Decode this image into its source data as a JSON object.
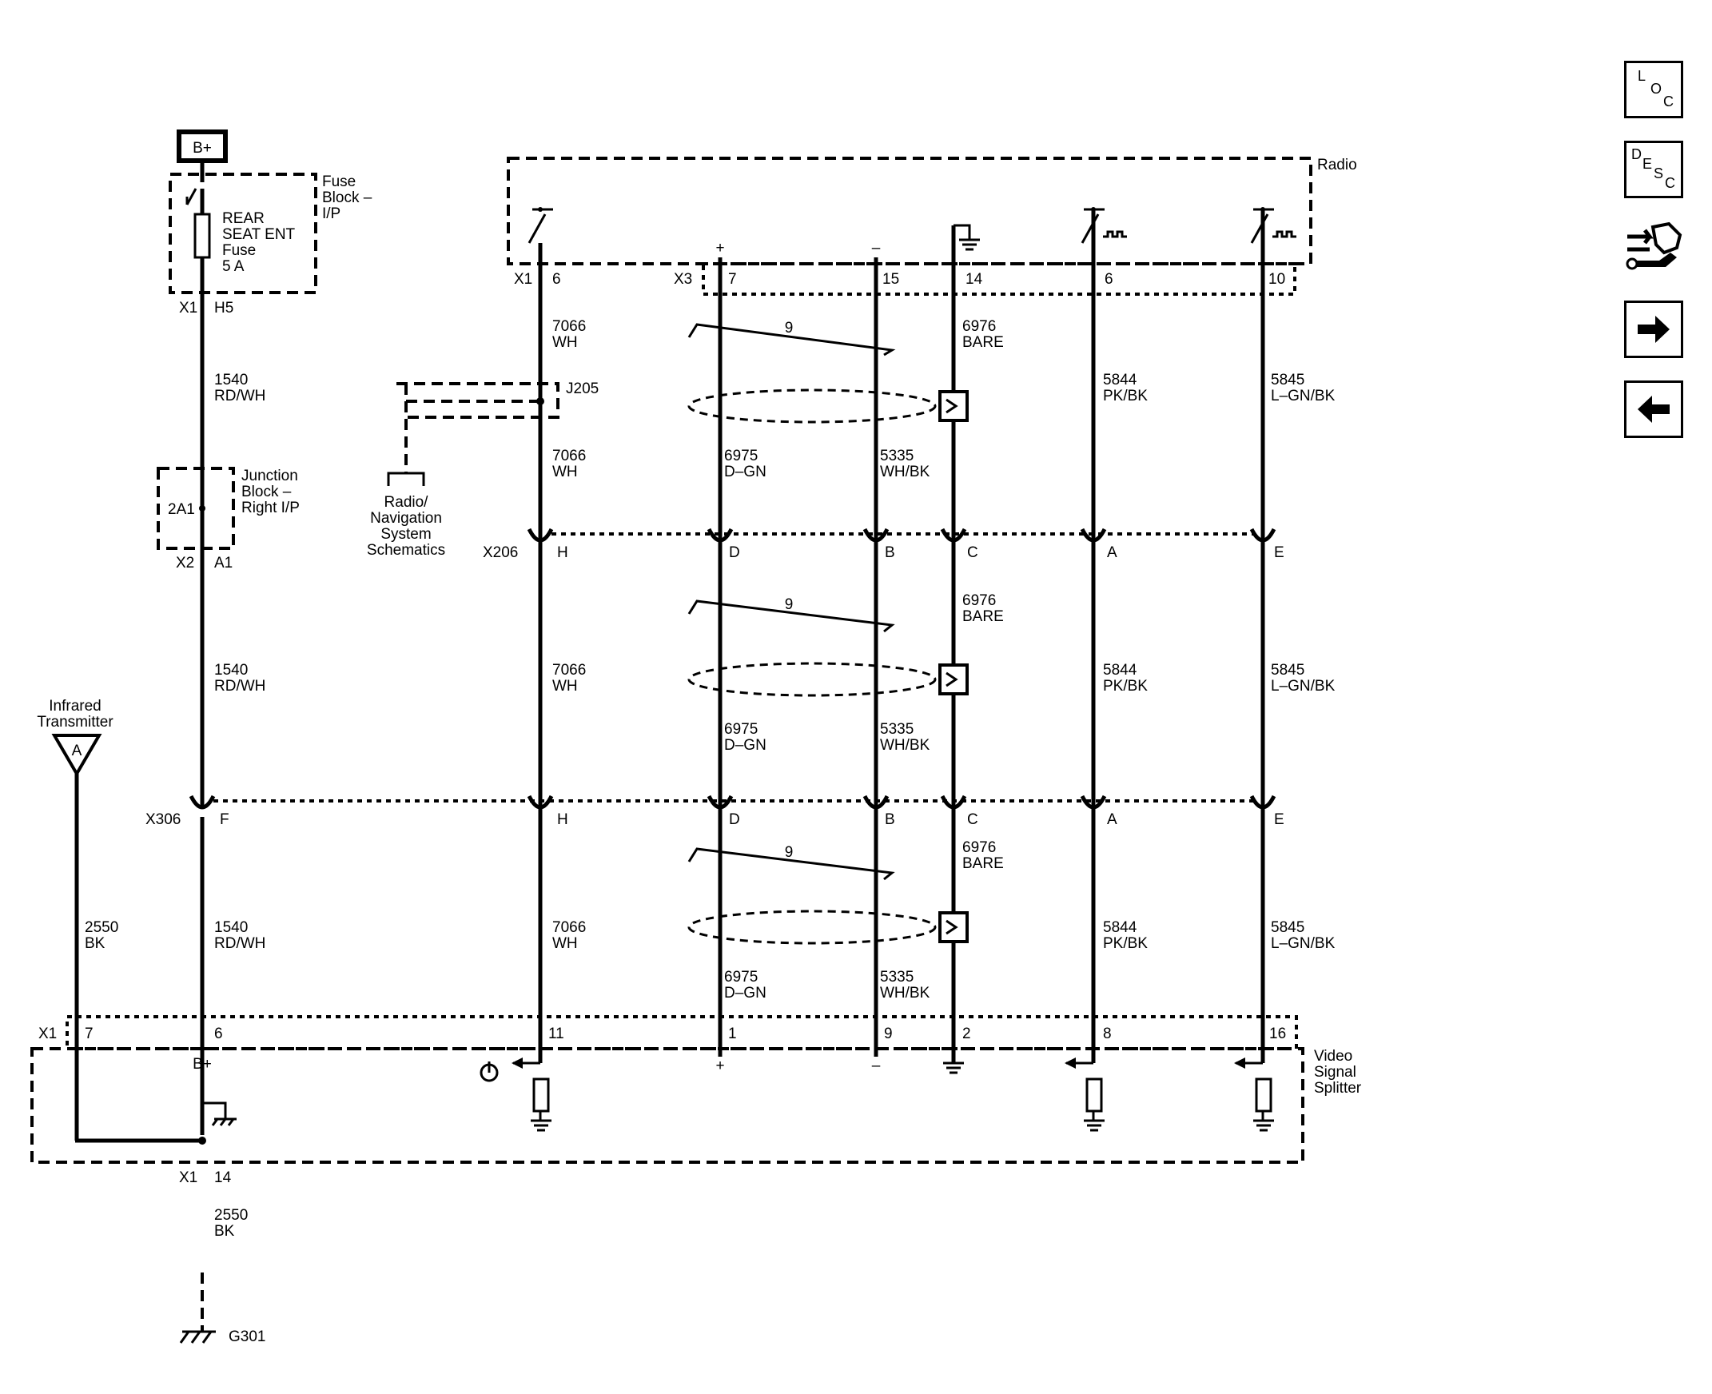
{
  "power": {
    "source": "B+"
  },
  "fuse_block": {
    "title": [
      "Fuse",
      "Block –",
      "I/P"
    ],
    "fuse": [
      "REAR",
      "SEAT ENT",
      "Fuse",
      "5 A"
    ],
    "connector": "X1",
    "pin": "H5"
  },
  "junction_block": {
    "title": [
      "Junction",
      "Block –",
      "Right I/P"
    ],
    "terminal": "2A1",
    "connector": "X2",
    "pin": "A1"
  },
  "radio": {
    "title": "Radio",
    "connectors": [
      "X1",
      "X3"
    ],
    "pins": [
      "6",
      "7",
      "15",
      "14",
      "6",
      "10"
    ]
  },
  "splice": {
    "name": "J205",
    "reference": [
      "Radio/",
      "Navigation",
      "System",
      "Schematics"
    ]
  },
  "inline_connectors": [
    {
      "name": "X206",
      "pins": [
        "H",
        "D",
        "B",
        "C",
        "A",
        "E"
      ]
    },
    {
      "name": "X306",
      "pins": [
        "F",
        "H",
        "D",
        "B",
        "C",
        "A",
        "E"
      ]
    }
  ],
  "twisted_pair_count": "9",
  "wires": {
    "w1540": [
      "1540",
      "RD/WH"
    ],
    "w7066": [
      "7066",
      "WH"
    ],
    "w6975": [
      "6975",
      "D–GN"
    ],
    "w5335": [
      "5335",
      "WH/BK"
    ],
    "w6976": [
      "6976",
      "BARE"
    ],
    "w5844": [
      "5844",
      "PK/BK"
    ],
    "w5845": [
      "5845",
      "L–GN/BK"
    ],
    "w2550": [
      "2550",
      "BK"
    ]
  },
  "splitter": {
    "title": [
      "Video",
      "Signal",
      "Splitter"
    ],
    "connector": "X1",
    "pins": [
      "7",
      "6",
      "11",
      "1",
      "9",
      "2",
      "8",
      "16",
      "14"
    ],
    "bplus": "B+"
  },
  "infrared": {
    "title": [
      "Infrared",
      "Transmitter"
    ],
    "symbol": "A"
  },
  "ground": {
    "name": "G301"
  },
  "polarity": {
    "plus": "+",
    "minus": "–"
  },
  "nav_buttons": [
    {
      "name": "location-button",
      "icon": "loc-icon",
      "glyphs": [
        "L",
        "O",
        "C"
      ]
    },
    {
      "name": "description-button",
      "icon": "desc-icon",
      "glyphs": [
        "D",
        "E",
        "S",
        "C"
      ]
    },
    {
      "name": "connector-repair-button",
      "icon": "connector-wrench-icon"
    },
    {
      "name": "next-page-button",
      "icon": "arrow-right-icon"
    },
    {
      "name": "previous-page-button",
      "icon": "arrow-left-icon"
    }
  ]
}
